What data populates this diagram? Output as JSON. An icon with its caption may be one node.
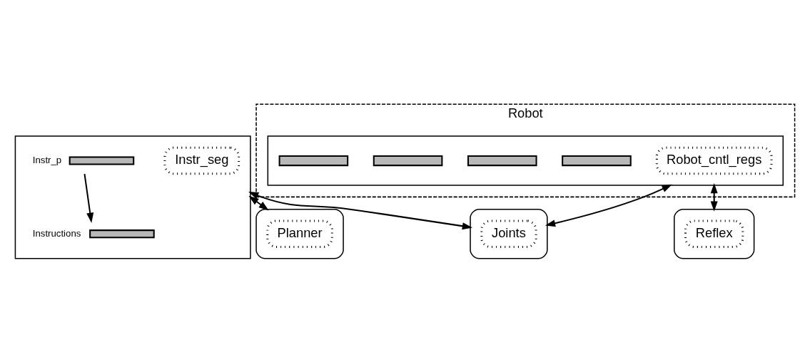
{
  "diagram": {
    "nodes": [
      {
        "text": [],
        "shape": "box"
      },
      {
        "text": [
          "Instr_seg"
        ],
        "in": 0
      },
      {
        "text": [],
        "shape": "bar",
        "in": 0,
        "beside": [
          "Instr_p"
        ]
      },
      {
        "text": [],
        "shape": "bar",
        "in": 0,
        "beside": [
          "Instructions"
        ]
      },
      {
        "text": [
          "Robot"
        ]
      },
      {
        "text": [],
        "shape": "box",
        "in": 4
      },
      {
        "text": [
          "Robot_cntl_regs"
        ],
        "in": 5
      },
      {
        "text": [],
        "shape": "bar",
        "in": 5
      },
      {
        "text": [],
        "shape": "bar",
        "in": 5
      },
      {
        "text": [],
        "shape": "bar",
        "in": 5
      },
      {
        "text": [],
        "shape": "bar",
        "in": 5
      },
      {
        "text": [],
        "shape": "ellipse"
      },
      {
        "text": [
          "Planner"
        ],
        "in": 11
      },
      {
        "text": [],
        "shape": "ellipse"
      },
      {
        "text": [
          "Joints"
        ],
        "in": 13
      },
      {
        "text": [],
        "shape": "ellipse"
      },
      {
        "text": [
          "Reflex"
        ],
        "in": 15
      }
    ],
    "edges": [
      {
        "from": 2,
        "to": 3,
        "arrow": "to"
      },
      {
        "from": 0,
        "to": 11,
        "arrow": "both"
      },
      {
        "from": 0,
        "to": 13,
        "arrow": "both"
      },
      {
        "from": 5,
        "to": 13,
        "arrow": "both"
      },
      {
        "from": 5,
        "to": 15,
        "arrow": "both"
      }
    ]
  }
}
